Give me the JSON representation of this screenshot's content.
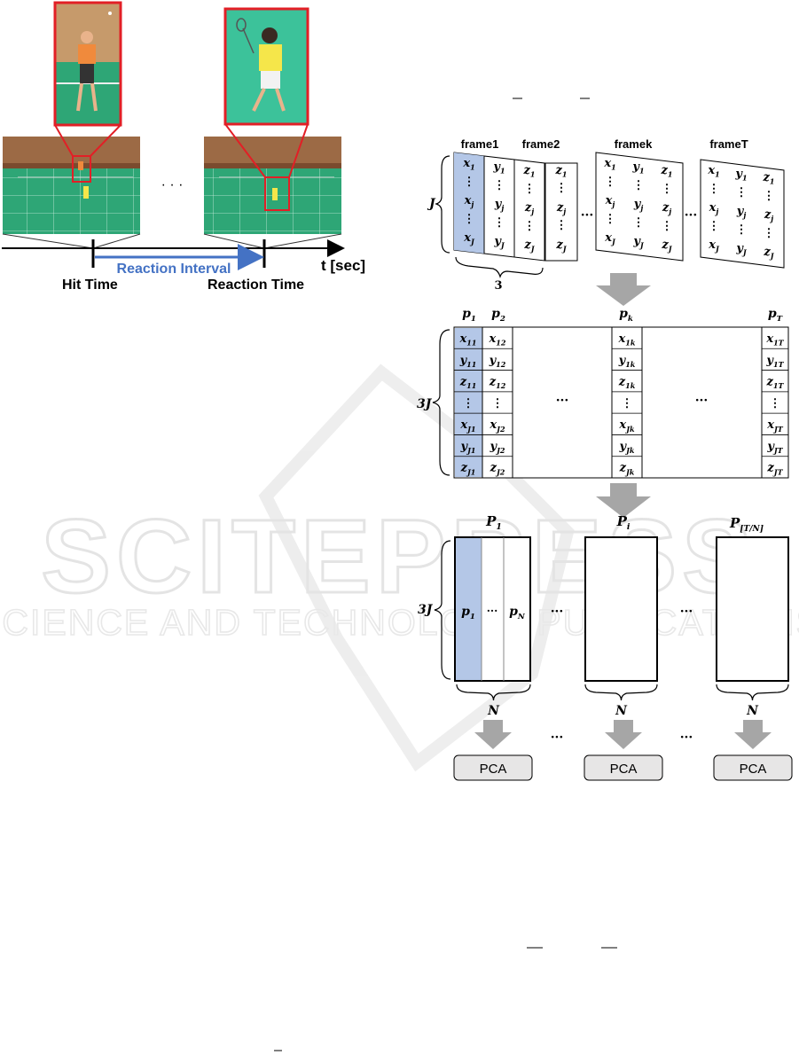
{
  "colors": {
    "zoom_box": "#e21f26",
    "reaction_arrow": "#4472c4",
    "highlight": "#b4c7e7",
    "court_green": "#2ea676",
    "big_arrow": "#a6a6a6",
    "watermark": "#e6e6e6",
    "pca_fill": "#e7e6e6"
  },
  "timeline": {
    "ellipsis": "· · ·",
    "reaction_interval": "Reaction Interval",
    "axis_label": "t [sec]",
    "hit_time": "Hit Time",
    "reaction_time": "Reaction Time"
  },
  "frames": {
    "labels": [
      "frame1",
      "frame2",
      "framek",
      "frameT"
    ],
    "dots": "···",
    "j_label": "J",
    "three_label": "3",
    "grid_front": [
      [
        "x1",
        "y1",
        "z1"
      ],
      [
        "⋮",
        "⋮",
        "⋮"
      ],
      [
        "xj",
        "yj",
        "zj"
      ],
      [
        "⋮",
        "⋮",
        "⋮"
      ],
      [
        "xJ",
        "yJ",
        "zJ"
      ]
    ],
    "frame2_col": [
      "z1",
      "⋮",
      "zj",
      "⋮",
      "zJ"
    ]
  },
  "pose_matrix": {
    "headers": [
      "p1",
      "p2",
      "pk",
      "pT"
    ],
    "row_label": "3J",
    "col1": [
      "x11",
      "y11",
      "z11",
      "⋮",
      "xJ1",
      "yJ1",
      "zJ1"
    ],
    "col2": [
      "x12",
      "y12",
      "z12",
      "⋮",
      "xJ2",
      "yJ2",
      "zJ2"
    ],
    "colk": [
      "x1k",
      "y1k",
      "z1k",
      "⋮",
      "xJk",
      "yJk",
      "zJk"
    ],
    "colT": [
      "x1T",
      "y1T",
      "z1T",
      "⋮",
      "xJT",
      "yJT",
      "zJT"
    ],
    "dots": "···"
  },
  "segments": {
    "headers": [
      "P1",
      "Pi",
      "P[T/N]"
    ],
    "row_label": "3J",
    "inner_p1": "p1",
    "inner_dots": "···",
    "inner_pn": "pN",
    "n_label": "N",
    "dots": "···"
  },
  "pca": {
    "label": "PCA"
  },
  "watermark": {
    "main": "SCITEPRESS",
    "sub": "SCIENCE AND TECHNOLOGY PUBLICATIONS"
  }
}
